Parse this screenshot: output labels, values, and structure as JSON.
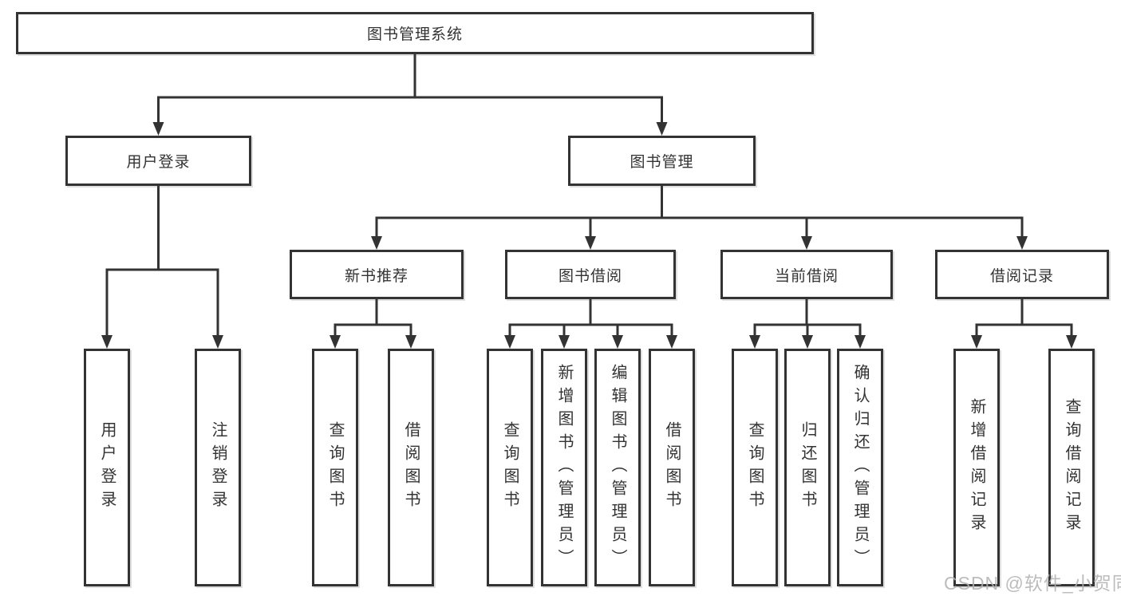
{
  "colors": {
    "line": "#333333",
    "text": "#333333",
    "bg": "#ffffff",
    "watermark": "#b1b1b1"
  },
  "watermark": {
    "text": "CSDN @软件_小贺同学"
  },
  "tree": {
    "root": {
      "label": "图书管理系统"
    },
    "branches": [
      {
        "label": "用户登录",
        "children": [
          {
            "label": "用户登录"
          },
          {
            "label": "注销登录"
          }
        ]
      },
      {
        "label": "图书管理",
        "children": [
          {
            "label": "新书推荐",
            "children": [
              {
                "label": "查询图书"
              },
              {
                "label": "借阅图书"
              }
            ]
          },
          {
            "label": "图书借阅",
            "children": [
              {
                "label": "查询图书"
              },
              {
                "label": "新增图书（管理员）"
              },
              {
                "label": "编辑图书（管理员）"
              },
              {
                "label": "借阅图书"
              }
            ]
          },
          {
            "label": "当前借阅",
            "children": [
              {
                "label": "查询图书"
              },
              {
                "label": "归还图书"
              },
              {
                "label": "确认归还（管理员）"
              }
            ]
          },
          {
            "label": "借阅记录",
            "children": [
              {
                "label": "新增借阅记录"
              },
              {
                "label": "查询借阅记录"
              }
            ]
          }
        ]
      }
    ]
  }
}
